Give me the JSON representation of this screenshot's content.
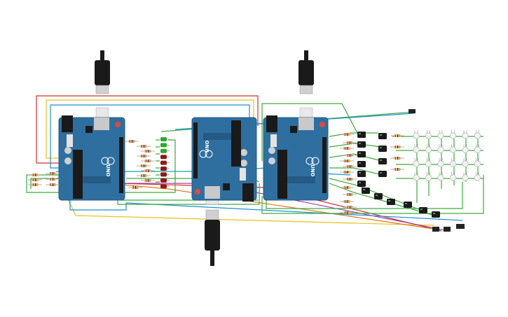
{
  "boards": [
    {
      "id": "arduino-uno-left",
      "label": "UNO"
    },
    {
      "id": "arduino-uno-middle",
      "label": "UNO"
    },
    {
      "id": "arduino-uno-right",
      "label": "UNO"
    }
  ],
  "colors": {
    "board": "#2f6fa0",
    "board_dark": "#255a85",
    "wire_red": "#d62d2d",
    "wire_yellow": "#e8c21d",
    "wire_blue": "#1f8fd6",
    "wire_green": "#3daa3d",
    "wire_purple": "#a03ca8",
    "wire_orange": "#e07b1e",
    "led_green": "#2fa82f",
    "led_red": "#8b1a1a",
    "usb_plug": "#1a1a1a"
  },
  "led_column": [
    "green",
    "green",
    "green",
    "red",
    "red",
    "red",
    "red",
    "red",
    "red"
  ],
  "transistor_count": 13,
  "led_matrix": {
    "rows": 4,
    "cols": 6
  }
}
